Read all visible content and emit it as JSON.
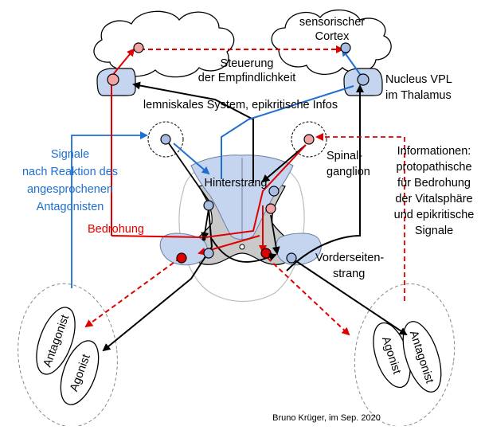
{
  "labels": {
    "cortex": [
      "sensorischer",
      "Cortex"
    ],
    "steuerung": [
      "Steuerung",
      "der Empfindlichkeit"
    ],
    "thalamus": [
      "Nucleus VPL",
      "im Thalamus"
    ],
    "lemniskal": "lemniskales System, epikritische Infos",
    "signale": [
      "Signale",
      "nach Reaktion des",
      "angesprochenen",
      "Antagonisten"
    ],
    "informationen": [
      "Informationen:",
      "protopathische",
      "für Bedrohung",
      "der Vitalsphäre",
      "und epikritische",
      "Signale"
    ],
    "spinalganglion": [
      "Spinal-",
      "ganglion"
    ],
    "hinterstrang": "Hinterstrang",
    "bedrohung": "Bedrohung",
    "vorderseitenstrang": [
      "Vorderseiten-",
      "strang"
    ],
    "left_muscles": [
      "Antagonist",
      "Agonist"
    ],
    "right_muscles": [
      "Agonist",
      "Antagonist"
    ],
    "credit": "Bruno Krüger, im Sep. 2020"
  },
  "colors": {
    "blue": "#1f6fd0",
    "red": "#e00000",
    "pale_blue": "#c5d5ef",
    "node_blue": "#a8bde3",
    "node_pink": "#f2a3a3",
    "grey_matter": "#c9c9c9",
    "gray_line": "#999999"
  }
}
